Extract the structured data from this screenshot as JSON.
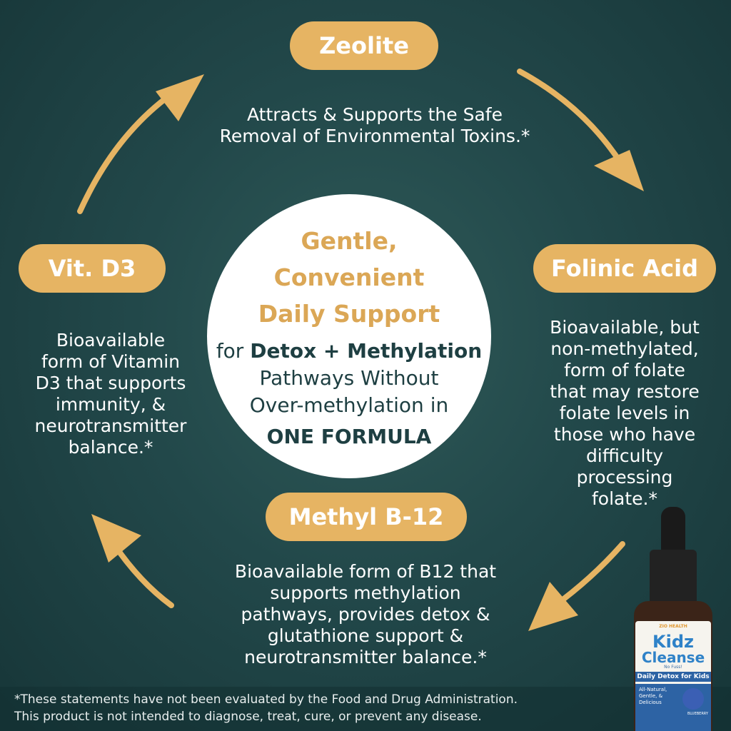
{
  "colors": {
    "accent": "#e6b463",
    "background": "#22484a",
    "text_dark": "#1e3f42"
  },
  "zeolite": {
    "label": "Zeolite",
    "desc": [
      "Attracts & Supports the Safe",
      "Removal of Environmental Toxins.*"
    ]
  },
  "folinic": {
    "label": "Folinic Acid",
    "desc": [
      "Bioavailable, but",
      "non-methylated,",
      "form of folate",
      "that may restore",
      "folate levels in",
      "those who have",
      "difficulty",
      "processing",
      "folate.*"
    ]
  },
  "b12": {
    "label": "Methyl B-12",
    "desc": [
      "Bioavailable form of B12 that",
      "supports methylation",
      "pathways, provides detox &",
      "glutathione support &",
      "neurotransmitter balance.*"
    ]
  },
  "d3": {
    "label": "Vit. D3",
    "desc": [
      "Bioavailable",
      "form of Vitamin",
      "D3 that supports",
      "immunity, &",
      "neurotransmitter",
      "balance.*"
    ]
  },
  "center": {
    "headline": [
      "Gentle,",
      "Convenient",
      "Daily Support"
    ],
    "for": "for ",
    "detox": "Detox + Methylation",
    "line2": "Pathways Without",
    "line3": "Over-methylation in",
    "formula": "ONE FORMULA"
  },
  "footer": {
    "line1": "*These statements have not been evaluated by the Food and Drug Administration.",
    "line2": "This product is not intended to diagnose, treat, cure, or prevent any disease."
  },
  "product": {
    "brand": "ZIO HEALTH",
    "name_1": "Kidz",
    "name_2": "Cleanse",
    "sub_small": "No Fuss!",
    "tagline": "Daily Detox for Kids",
    "features": [
      "All-Natural,",
      "Gentle, &",
      "Delicious"
    ],
    "flavor": "BLUEBERRY"
  }
}
